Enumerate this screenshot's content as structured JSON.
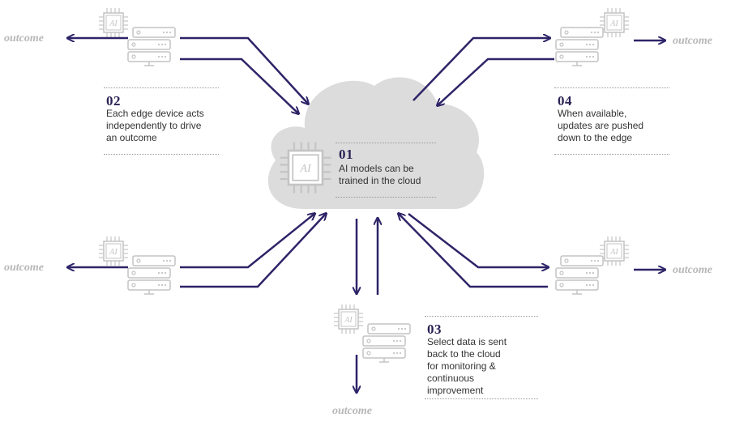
{
  "cloud": {
    "number": "01",
    "text": [
      "AI models can be",
      "trained in the cloud"
    ],
    "chip_label": "AI"
  },
  "steps": {
    "s02": {
      "number": "02",
      "text": [
        "Each edge device acts",
        "independently to drive",
        "an outcome"
      ]
    },
    "s03": {
      "number": "03",
      "text": [
        "Select data is sent",
        "back to the cloud",
        "for monitoring &",
        "continuous",
        "improvement"
      ]
    },
    "s04": {
      "number": "04",
      "text": [
        "When available,",
        "updates are pushed",
        "down to the edge"
      ]
    }
  },
  "devices": {
    "chip_label": "AI"
  },
  "outcome_label": "outcome",
  "colors": {
    "arrow": "#2d2468",
    "cloud": "#dcdcdc",
    "device": "#c4c4c4",
    "text_accent": "#2b2255",
    "outcome": "#b7b7b7"
  }
}
